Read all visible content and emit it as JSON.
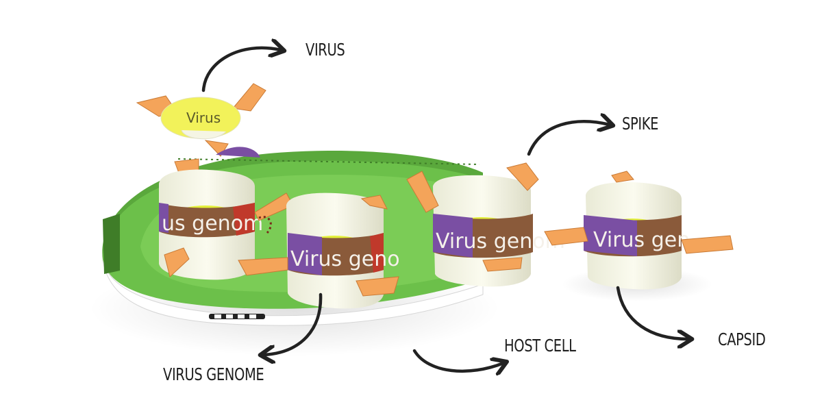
{
  "labels": {
    "virus": "VIRUS",
    "spike": "SPIKE",
    "virus_genome": "VIRUS GENOME",
    "host_cell": "HOST CELL",
    "capsid": "CAPSID"
  },
  "model_text": {
    "virus_disc": "Virus",
    "band_left": "us genom",
    "band_middle": "Virus geno",
    "band_right": "Virus genom",
    "band_far_right": "Virus gen"
  },
  "colors": {
    "host_cell_green": "#6cc04a",
    "host_cell_dark": "#4f9a35",
    "spike_orange": "#f4a45a",
    "virus_yellow": "#f2f25a",
    "band_purple": "#7a4fa3",
    "band_brown": "#8a5a3a",
    "band_red": "#c0392b",
    "arrow": "#222222"
  }
}
